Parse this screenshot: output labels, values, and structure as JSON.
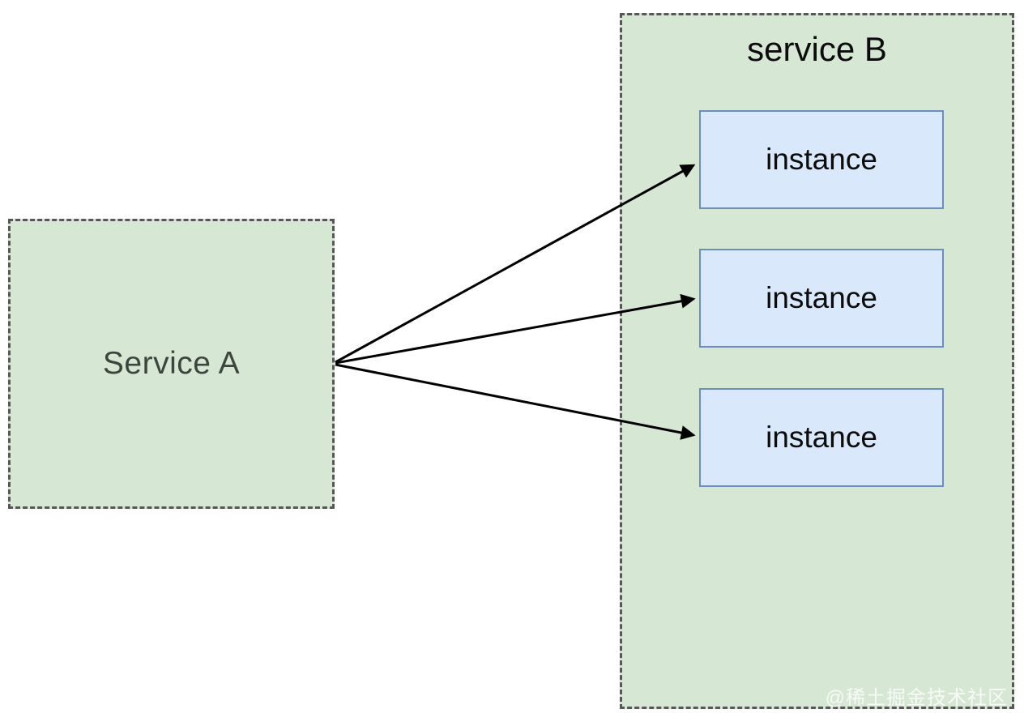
{
  "diagram": {
    "service_a": {
      "label": "Service A"
    },
    "service_b": {
      "title": "service B",
      "instances": [
        {
          "label": "instance"
        },
        {
          "label": "instance"
        },
        {
          "label": "instance"
        }
      ]
    },
    "watermark": "@稀土掘金技术社区",
    "colors": {
      "green_fill": "#d6e7d4",
      "dashed_border": "#575757",
      "instance_fill": "#dae8fc",
      "instance_border": "#6c8ebf",
      "arrow": "#000000",
      "service_a_text": "#3c463f",
      "service_b_text": "#0c0c0c",
      "watermark_text": "#ffffff"
    }
  }
}
